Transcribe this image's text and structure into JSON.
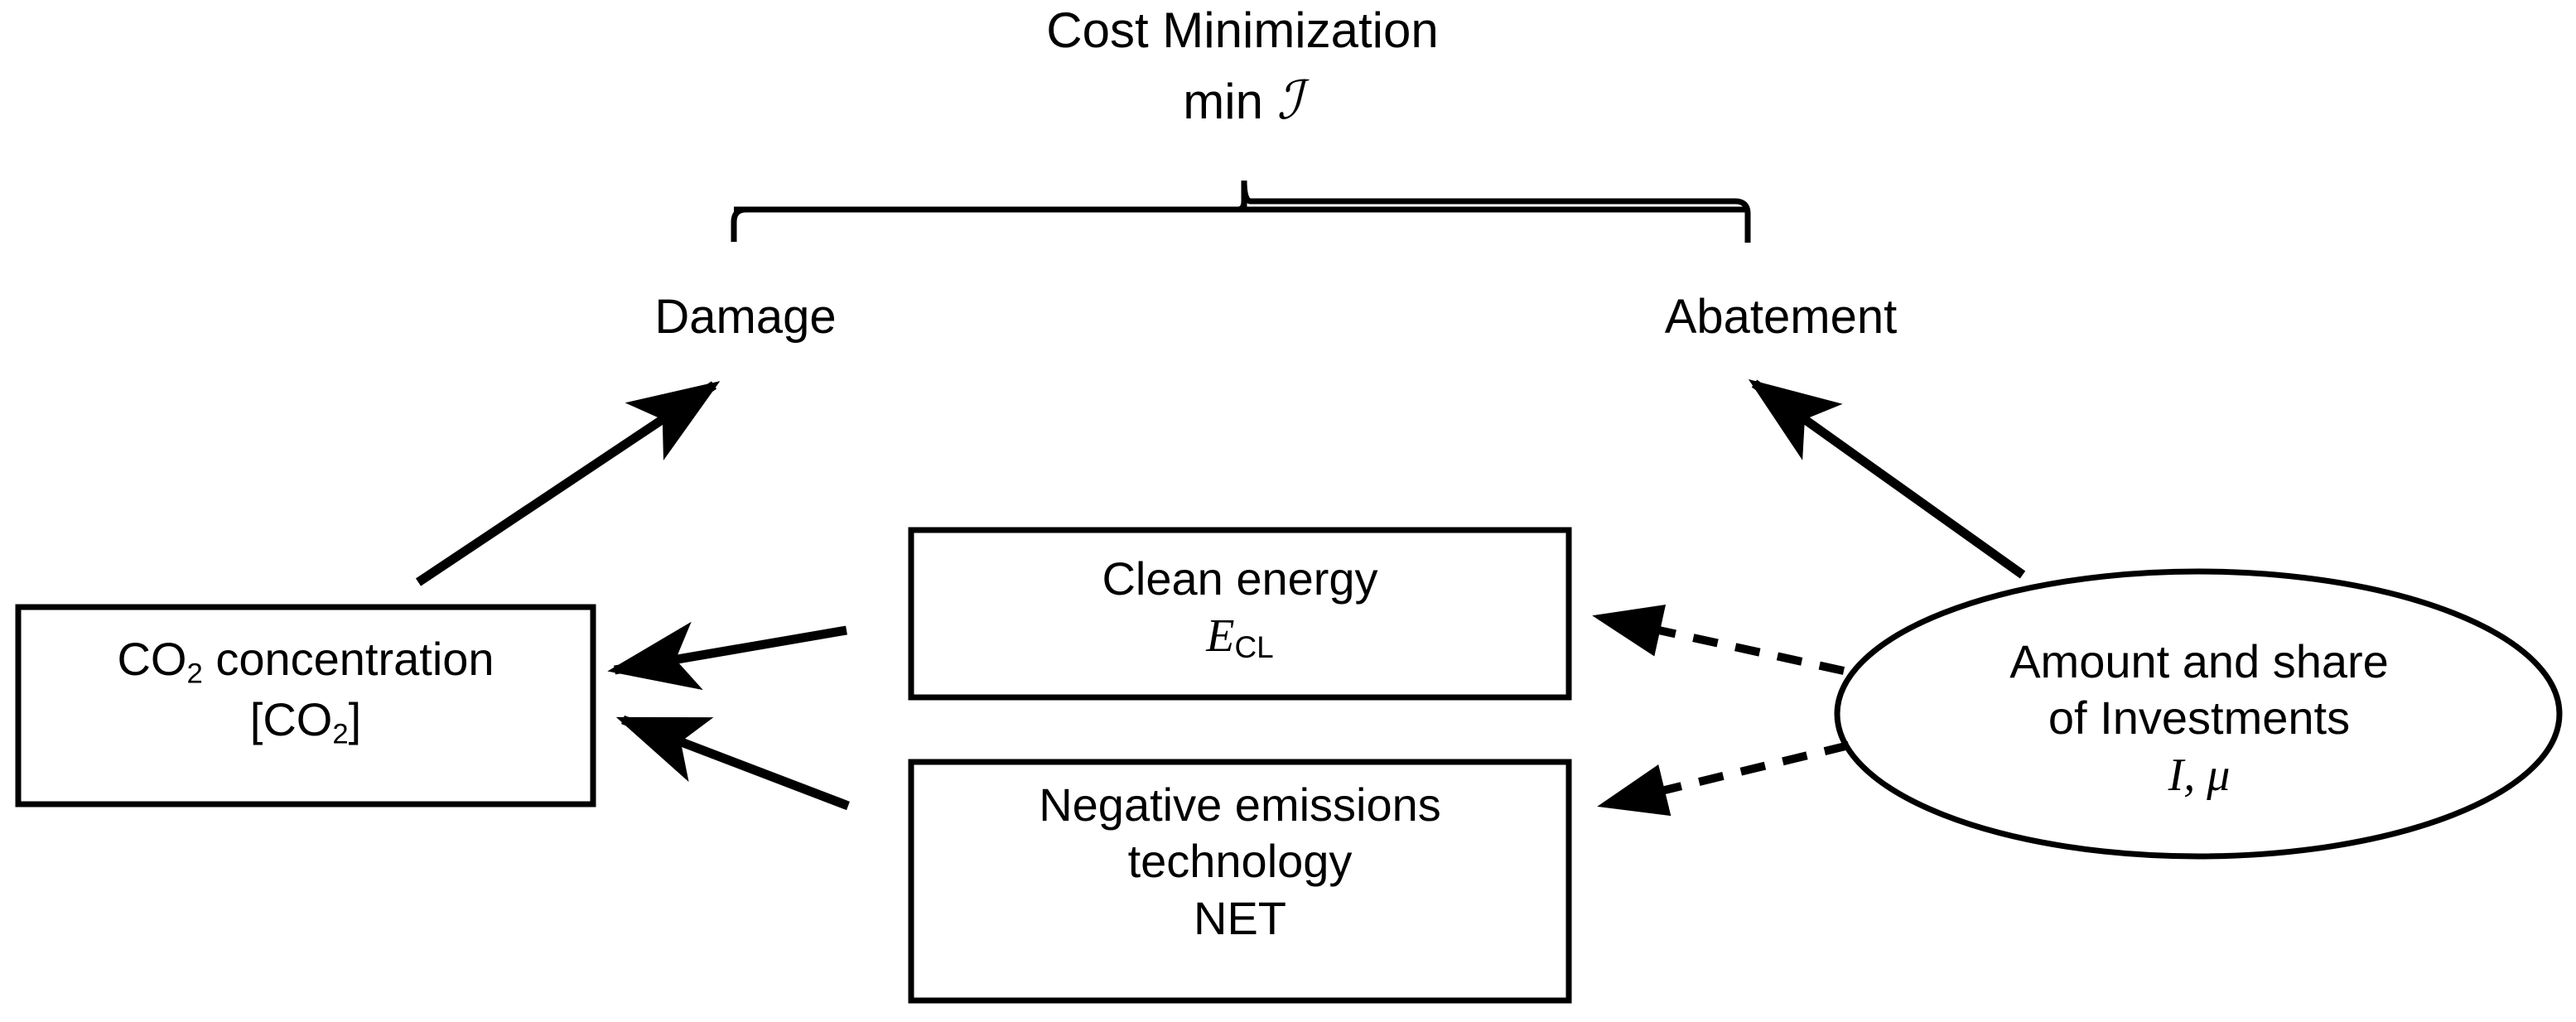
{
  "diagram": {
    "title": {
      "line1": "Cost Minimization",
      "line2_prefix": "min ",
      "line2_symbol": "ℐ"
    },
    "branches": {
      "left_label": "Damage",
      "right_label": "Abatement"
    },
    "nodes": {
      "co2": {
        "shape": "rectangle",
        "line1_prefix": "CO",
        "line1_sub": "2",
        "line1_suffix": " concentration",
        "line2_open": "[CO",
        "line2_sub": "2",
        "line2_close": "]"
      },
      "clean_energy": {
        "shape": "rectangle",
        "line1": "Clean energy",
        "line2_symbol": "E",
        "line2_sub": "CL"
      },
      "net": {
        "shape": "rectangle",
        "line1": "Negative emissions",
        "line2": "technology",
        "line3": "NET"
      },
      "investments": {
        "shape": "ellipse",
        "line1": "Amount and share",
        "line2": "of Investments",
        "line3": "I, μ"
      }
    },
    "connectors": [
      {
        "name": "co2-to-damage",
        "style": "solid",
        "from": "co2",
        "to": "left_label"
      },
      {
        "name": "investments-to-abatement",
        "style": "solid",
        "from": "investments",
        "to": "right_label"
      },
      {
        "name": "clean-energy-to-co2",
        "style": "solid",
        "from": "clean_energy",
        "to": "co2"
      },
      {
        "name": "net-to-co2",
        "style": "solid",
        "from": "net",
        "to": "co2"
      },
      {
        "name": "investments-to-clean-energy",
        "style": "dashed",
        "from": "investments",
        "to": "clean_energy"
      },
      {
        "name": "investments-to-net",
        "style": "dashed",
        "from": "investments",
        "to": "net"
      }
    ],
    "colors": {
      "background": "#ffffff",
      "stroke": "#000000",
      "text": "#000000"
    }
  }
}
